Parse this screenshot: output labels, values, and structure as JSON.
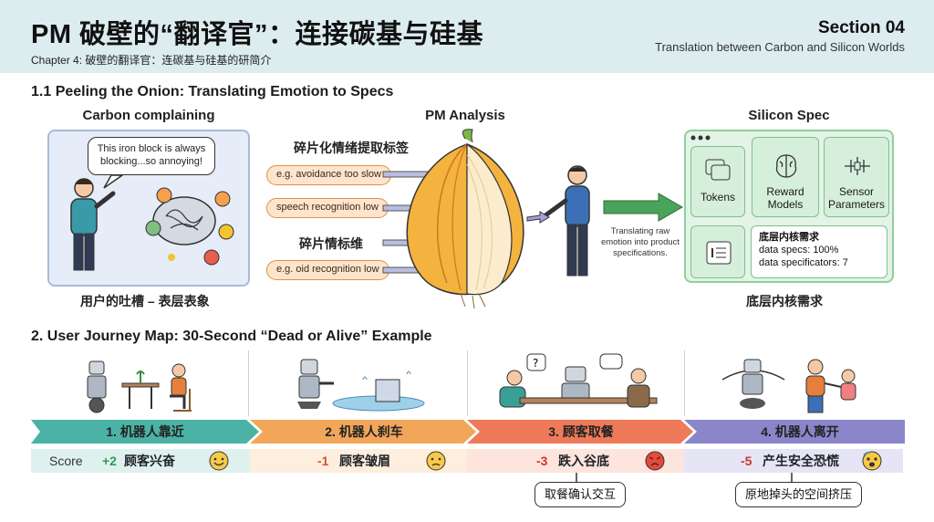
{
  "header": {
    "title": "PM 破壁的“翻译官”：连接碳基与硅基",
    "subtitle": "Chapter 4: 破壁的翻译官：连碳基与硅基的研简介",
    "section_no": "Section 04",
    "section_sub": "Translation between Carbon and Silicon Worlds"
  },
  "section1": {
    "heading": "1.1 Peeling the Onion: Translating Emotion to Specs",
    "carbon": {
      "title": "Carbon complaining",
      "bubble": "This iron block is always blocking...so annoying!",
      "caption": "用户的吐槽 – 表层表象"
    },
    "pm": {
      "title": "PM Analysis",
      "label1": "碎片化情绪提取标签",
      "label2": "碎片情标维",
      "tags": [
        "e.g. avoidance too slow",
        "speech recognition low",
        "e.g. oid recognition low"
      ],
      "note": "Translating raw emotion into product specifications."
    },
    "silicon": {
      "title": "Silicon Spec",
      "cards": [
        "Tokens",
        "Reward Models",
        "Sensor Parameters"
      ],
      "core_title": "底层内核需求",
      "core_line1": "data specs: 100%",
      "core_line2": "data specificators: 7",
      "caption": "底层内核需求"
    }
  },
  "section2": {
    "heading": "2. User Journey Map: 30-Second “Dead or Alive” Example",
    "stages": [
      {
        "label": "1. 机器人靠近",
        "score": "+2",
        "emotion": "顾客兴奋",
        "color": "#4bb3a6",
        "light": "#dff1ee"
      },
      {
        "label": "2. 机器人刹车",
        "score": "-1",
        "emotion": "顾客皱眉",
        "color": "#f2a65a",
        "light": "#fdeedd"
      },
      {
        "label": "3. 顾客取餐",
        "score": "-3",
        "emotion": "跌入谷底",
        "color": "#ee7a5a",
        "light": "#fde4dc"
      },
      {
        "label": "4. 机器人离开",
        "score": "-5",
        "emotion": "产生安全恐慌",
        "color": "#8a86c9",
        "light": "#e6e5f5"
      }
    ],
    "score_label": "Score",
    "callouts": [
      "取餐确认交互",
      "原地掉头的空间挤压"
    ]
  }
}
